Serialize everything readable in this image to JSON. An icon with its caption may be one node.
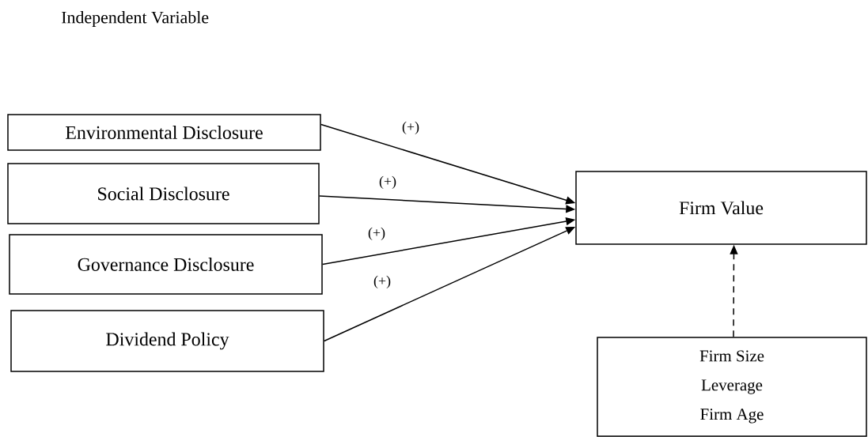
{
  "diagram": {
    "nodes": [
      {
        "text": [
          "Environmental Disclosure"
        ]
      },
      {
        "text": [
          "Social Disclosure"
        ]
      },
      {
        "text": [
          "Governance Disclosure"
        ]
      },
      {
        "text": [
          "Dividend Policy"
        ]
      },
      {
        "text": [
          "Firm Value"
        ]
      },
      {
        "text": [
          "Firm Size",
          "Leverage",
          "Firm Age"
        ]
      }
    ],
    "edges": [
      {
        "from": 0,
        "to": 4,
        "arrow": "to",
        "label": "(+)"
      },
      {
        "from": 1,
        "to": 4,
        "arrow": "to",
        "label": "(+)"
      },
      {
        "from": 2,
        "to": 4,
        "arrow": "to",
        "label": "(+)"
      },
      {
        "from": 3,
        "to": 4,
        "arrow": "to",
        "label": "(+)"
      },
      {
        "from": 5,
        "to": 4,
        "arrow": "to",
        "style": "dashed"
      }
    ],
    "labels": [
      "Independent Variable"
    ]
  }
}
